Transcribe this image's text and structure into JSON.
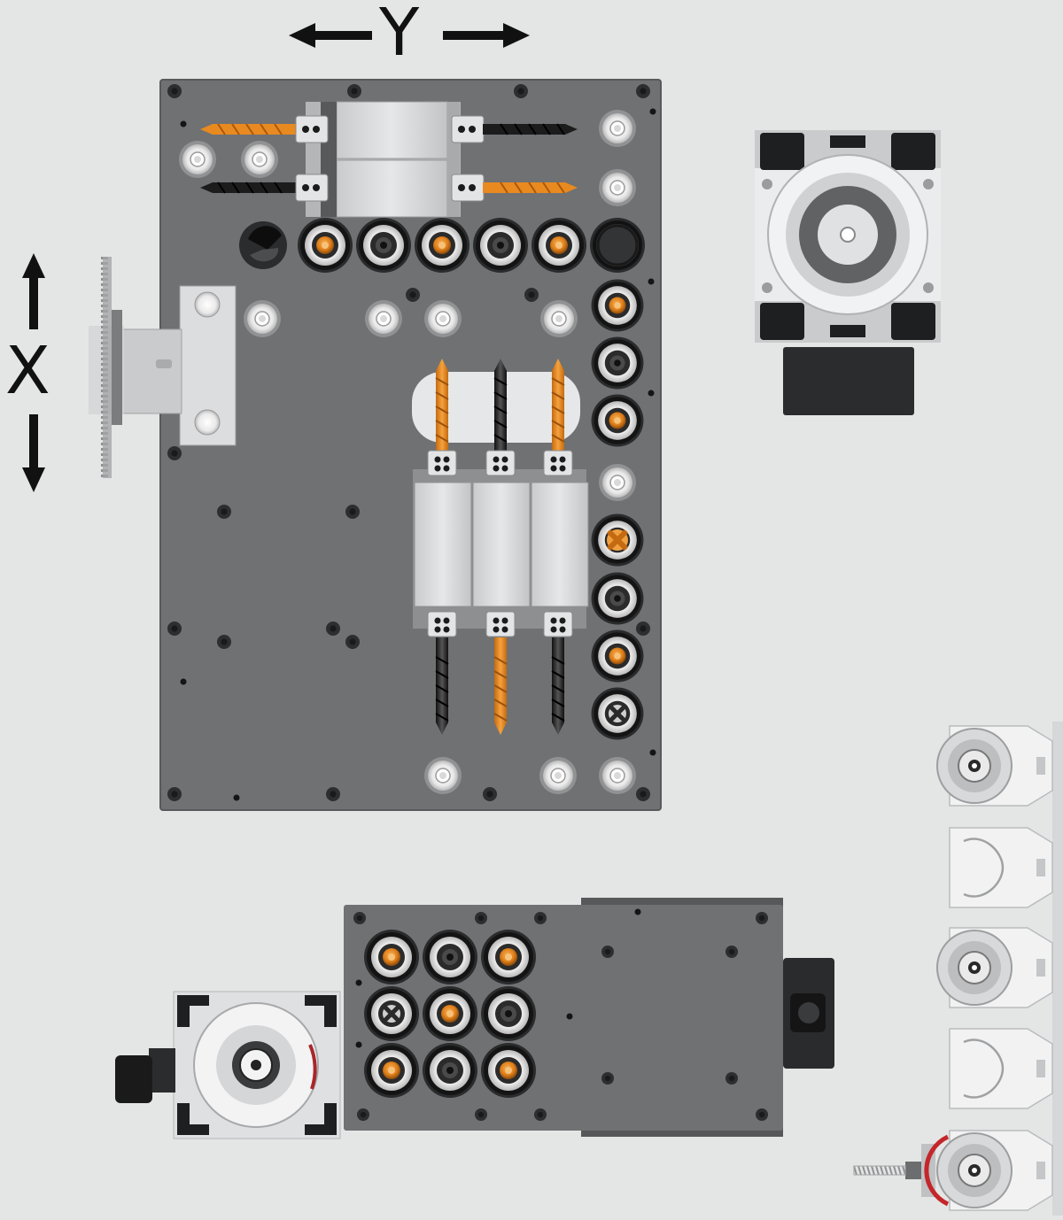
{
  "axis": {
    "y_label": "Y",
    "x_label": "X"
  },
  "colors": {
    "background": "#e4e6e5",
    "plate": "#6f7173",
    "plate_dark": "#5e6062",
    "block_light": "#d4d6d8",
    "bit_orange": "#e8891e",
    "bit_black": "#222222",
    "ring_dark": "#1e1f20",
    "ring_light": "#eeeeee",
    "seal_red": "#c4262b",
    "arrow": "#111111"
  },
  "icons": {
    "y_axis_arrows": "left-right-arrow-icon",
    "x_axis_arrows": "up-down-arrow-icon"
  },
  "components": {
    "tool_holder_bushing_orange": "orange-insert-bushing",
    "tool_holder_bushing_black": "black-insert-bushing",
    "drill_bit": "drill-bit",
    "saw_blade": "saw-blade",
    "motor_flange": "motor-flange",
    "tool_fork": "tool-fork"
  }
}
